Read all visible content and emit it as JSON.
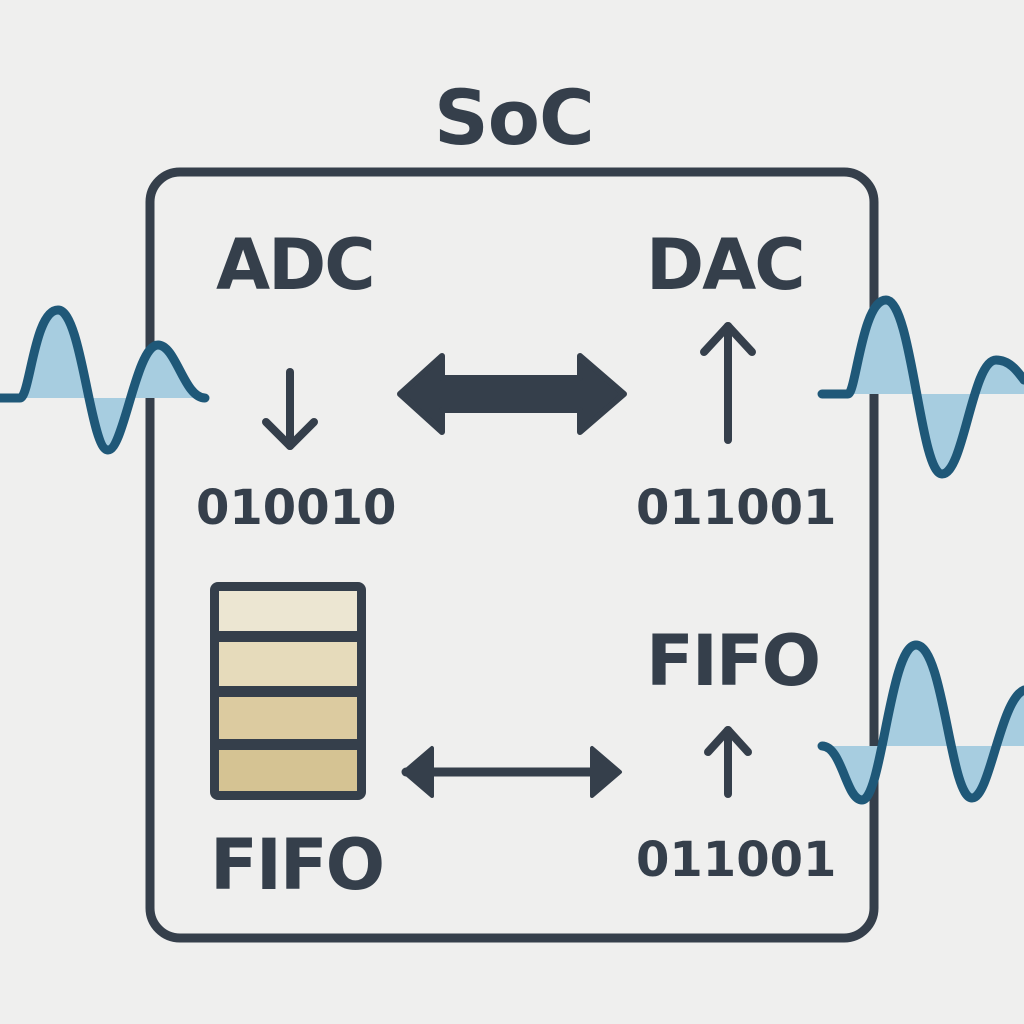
{
  "diagram": {
    "title": "SoC",
    "adc": {
      "label": "ADC",
      "bits": "010010"
    },
    "dac": {
      "label": "DAC",
      "bits": "011001"
    },
    "fifo_left": {
      "label": "FIFO",
      "slot_count": 4
    },
    "fifo_right": {
      "label": "FIFO",
      "bits": "011001"
    }
  },
  "colors": {
    "background": "#efefee",
    "stroke": "#353f4b",
    "wave_line": "#1f5878",
    "wave_fill": "#a7cde0",
    "fifo_slots": [
      "#ece6d2",
      "#e6dbbb",
      "#dccba0",
      "#d5c393"
    ]
  },
  "icons": {
    "input_signal": "analog-wave-icon",
    "output_signal": "analog-wave-icon",
    "adc_arrow": "arrow-down-icon",
    "dac_arrow": "arrow-up-icon",
    "fifo_arrow": "arrow-up-icon",
    "bus_top": "double-arrow-icon",
    "bus_bottom": "double-arrow-icon",
    "buffer": "fifo-buffer-icon"
  }
}
